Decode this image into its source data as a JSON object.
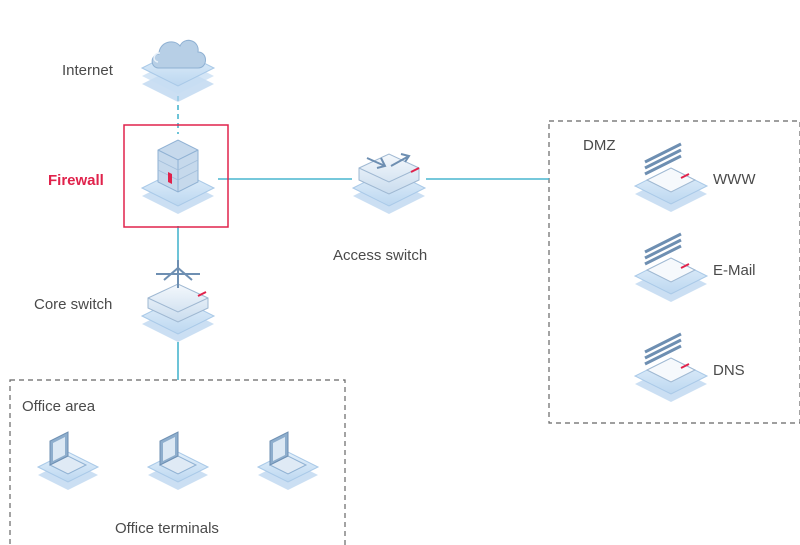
{
  "colors": {
    "accent": "#e0224b",
    "link": "#49b6cf",
    "tile": "#cfe3f5",
    "tile_edge": "#a9c9e8",
    "zone_border": "#666666",
    "text": "#4a4a4a"
  },
  "nodes": {
    "internet": {
      "label": "Internet",
      "icon": "cloud-icon"
    },
    "firewall": {
      "label": "Firewall",
      "icon": "firewall-icon",
      "highlighted": true
    },
    "core_switch": {
      "label": "Core switch",
      "icon": "core-switch-icon"
    },
    "access_switch": {
      "label": "Access switch",
      "icon": "access-switch-icon"
    },
    "www": {
      "label": "WWW",
      "icon": "server-icon"
    },
    "email": {
      "label": "E-Mail",
      "icon": "server-icon"
    },
    "dns": {
      "label": "DNS",
      "icon": "server-icon"
    },
    "office_terminals": {
      "label": "Office terminals",
      "icon": "laptop-icon",
      "count": 3
    }
  },
  "zones": {
    "dmz": {
      "label": "DMZ"
    },
    "office": {
      "label": "Office area"
    }
  }
}
